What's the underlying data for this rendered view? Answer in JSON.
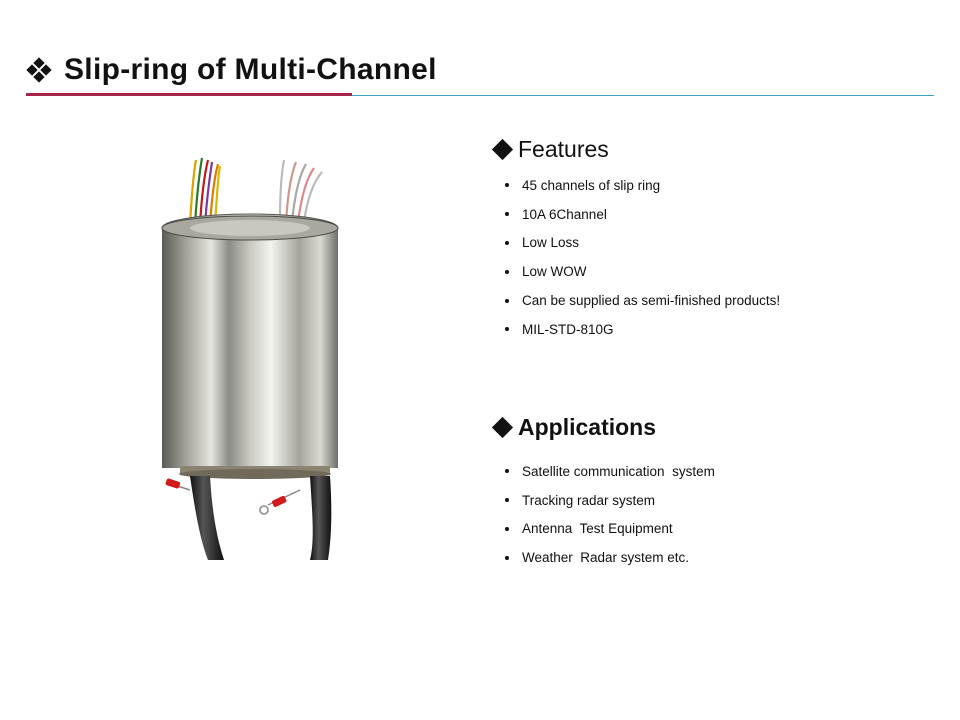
{
  "title": "Slip-ring of Multi-Channel",
  "icons": {
    "title_bullet": "four-diamond-bullet-icon",
    "section_bullet": "diamond-bullet-icon"
  },
  "colors": {
    "title_rule": "#a8244a",
    "thin_rule": "#3aa2c8"
  },
  "features": {
    "heading": "Features",
    "items": [
      "45 channels of slip ring",
      "10A 6Channel",
      "Low Loss",
      "Low WOW",
      "Can be supplied as semi-finished products!",
      "MIL-STD-810G"
    ]
  },
  "applications": {
    "heading": "Applications",
    "items": [
      "Satellite communication  system",
      "Tracking radar system",
      "Antenna  Test Equipment",
      "Weather  Radar system etc."
    ]
  }
}
